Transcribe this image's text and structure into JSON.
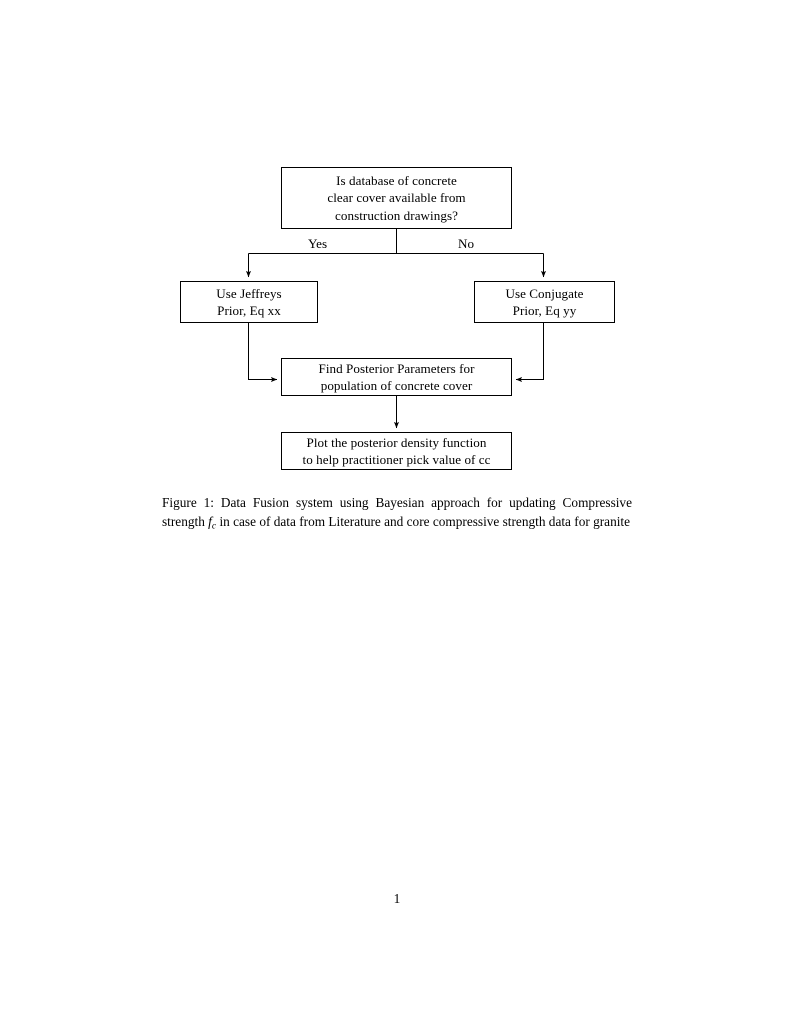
{
  "document": {
    "page_number": "1"
  },
  "figure": {
    "nodes": {
      "decision": {
        "id": "decision",
        "lines": [
          "Is database of concrete",
          "clear cover available from",
          "construction drawings?"
        ]
      },
      "jeffreys": {
        "id": "jeffreys",
        "lines": [
          "Use Jeffreys",
          "Prior, Eq xx"
        ]
      },
      "conjugate": {
        "id": "conjugate",
        "lines": [
          "Use Conjugate",
          "Prior, Eq yy"
        ]
      },
      "posterior": {
        "id": "posterior",
        "lines": [
          "Find Posterior Parameters for",
          "population of concrete cover"
        ]
      },
      "plot": {
        "id": "plot",
        "lines": [
          "Plot the posterior density function",
          "to help practitioner pick value of cc"
        ]
      }
    },
    "edges": {
      "yes_label": "Yes",
      "no_label": "No"
    },
    "caption": {
      "label": "Figure 1:",
      "text_before_math": " Data Fusion system using Bayesian approach for updating Compressive strength ",
      "math_base": "f",
      "math_sub": "c",
      "text_after_math": " in case of data from Literature and core compressive strength data for granite"
    }
  },
  "style": {
    "ink": "#000000",
    "paper": "#ffffff"
  }
}
